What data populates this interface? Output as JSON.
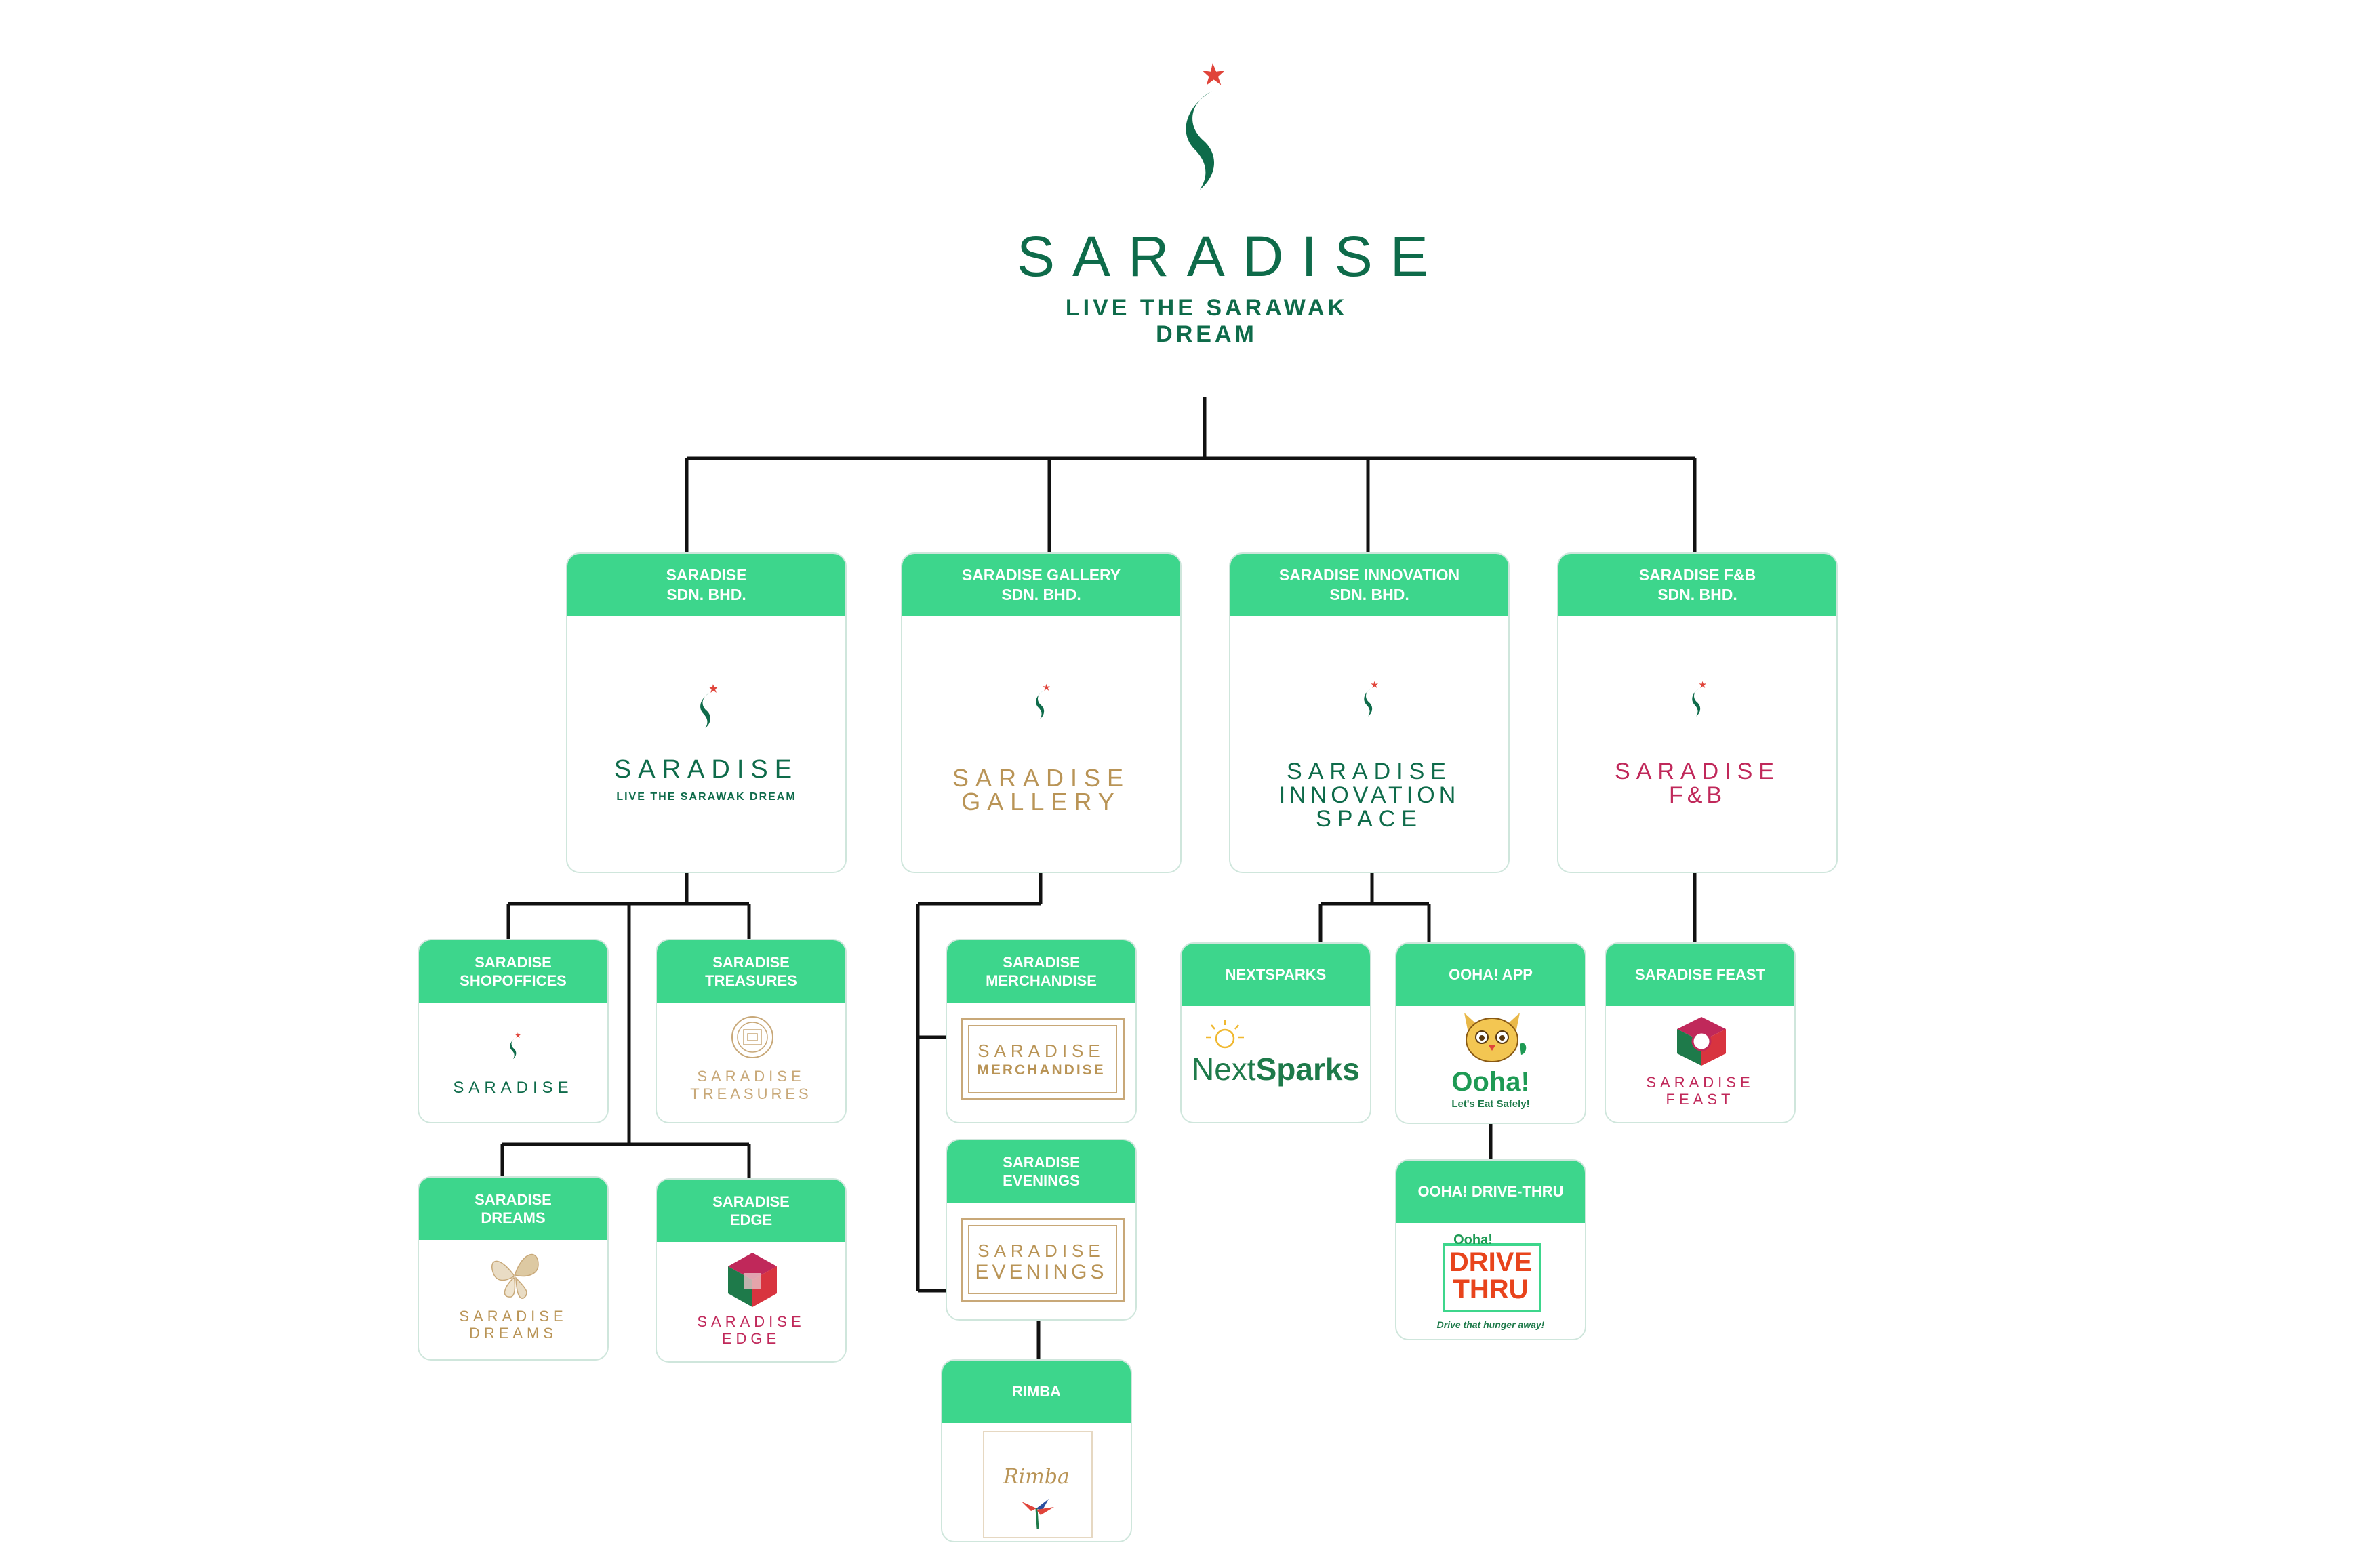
{
  "root": {
    "name": "SARADISE",
    "tagline": "LIVE THE SARAWAK DREAM"
  },
  "colors": {
    "header_green": "#3dd68c",
    "brand_green": "#0e6b4a",
    "gold": "#b99456",
    "crimson": "#c0285a",
    "accent_red": "#e0443a"
  },
  "subsidiaries": [
    {
      "title": "SARADISE\nSDN. BHD.",
      "logo_main": "SARADISE",
      "logo_sub": "LIVE THE SARAWAK DREAM"
    },
    {
      "title": "SARADISE GALLERY\nSDN. BHD.",
      "logo_main": "SARADISE",
      "logo_sub": "GALLERY"
    },
    {
      "title": "SARADISE INNOVATION\nSDN. BHD.",
      "logo_main": "SARADISE",
      "logo_sub": "INNOVATION",
      "logo_sub2": "SPACE"
    },
    {
      "title": "SARADISE F&B\nSDN. BHD.",
      "logo_main": "SARADISE",
      "logo_sub": "F&B"
    }
  ],
  "units": {
    "shopoffices": {
      "title": "SARADISE\nSHOPOFFICES",
      "logo": "SARADISE"
    },
    "treasures": {
      "title": "SARADISE\nTREASURES",
      "logo_main": "SARADISE",
      "logo_sub": "TREASURES"
    },
    "dreams": {
      "title": "SARADISE\nDREAMS",
      "logo_main": "SARADISE",
      "logo_sub": "DREAMS"
    },
    "edge": {
      "title": "SARADISE\nEDGE",
      "logo_main": "SARADISE",
      "logo_sub": "EDGE"
    },
    "merchandise": {
      "title": "SARADISE\nMERCHANDISE",
      "logo_main": "SARADISE",
      "logo_sub": "MERCHANDISE"
    },
    "evenings": {
      "title": "SARADISE\nEVENINGS",
      "logo_main": "SARADISE",
      "logo_sub": "EVENINGS"
    },
    "rimba": {
      "title": "RIMBA",
      "logo": "Rimba"
    },
    "nextsparks": {
      "title": "NEXTSPARKS",
      "logo_a": "Next",
      "logo_b": "Sparks"
    },
    "ooha_app": {
      "title": "OOHA! APP",
      "logo": "Ooha!",
      "slogan": "Let's Eat Safely!"
    },
    "ooha_drive": {
      "title": "OOHA! DRIVE-THRU",
      "logo_top": "Ooha!",
      "logo_a": "DRIVE",
      "logo_b": "THRU",
      "slogan": "Drive that hunger away!"
    },
    "feast": {
      "title": "SARADISE FEAST",
      "logo_main": "SARADISE",
      "logo_sub": "FEAST"
    }
  }
}
